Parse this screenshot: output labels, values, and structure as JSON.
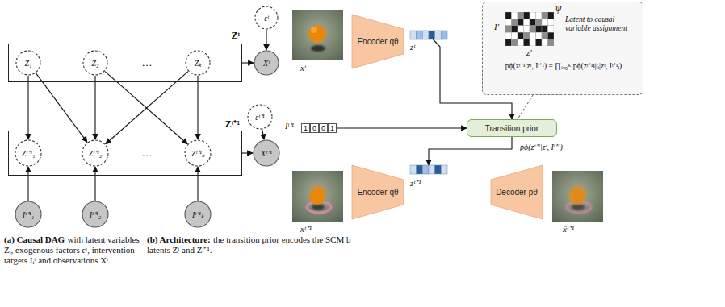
{
  "diagram": {
    "nodes": [
      {
        "text": [
          "Zᵗ"
        ]
      },
      {
        "text": [
          "Z₁"
        ],
        "in": 0
      },
      {
        "text": [
          "Z₂"
        ],
        "in": 0
      },
      {
        "text": [
          "Zₖ"
        ],
        "in": 0
      },
      {
        "text": [
          "Xᵗ"
        ]
      },
      {
        "text": [
          "εᵗ"
        ]
      },
      {
        "text": [
          "Zᵗ⁺¹"
        ]
      },
      {
        "text": [
          "Zᵗ⁺¹₁"
        ],
        "in": 6
      },
      {
        "text": [
          "Zᵗ⁺¹₂"
        ],
        "in": 6
      },
      {
        "text": [
          "Zᵗ⁺¹ₖ"
        ],
        "in": 6
      },
      {
        "text": [
          "Xᵗ⁺¹"
        ]
      },
      {
        "text": [
          "εᵗ⁺¹"
        ]
      },
      {
        "text": [
          "Iᵗ⁺¹₁"
        ]
      },
      {
        "text": [
          "Iᵗ⁺¹₂"
        ]
      },
      {
        "text": [
          "Iᵗ⁺¹ₖ"
        ]
      },
      {
        "text": [
          "Encoder qθ"
        ]
      },
      {
        "text": [
          "zᵗ"
        ]
      },
      {
        "text": [
          "ψ",
          "I'",
          "z'",
          "Latent to causal variable assignment",
          "pϕ(zᵗ⁺¹|zᵗ, Iᵗ⁺¹) = ∏ᵢ₌₀ᴷ pϕ(zᵗ⁺¹ψᵢ|zᵗ, Iᵗ⁺¹ᵢ)"
        ]
      },
      {
        "text": [
          "Iᵗ⁺¹",
          "1",
          "0",
          "0",
          "1"
        ]
      },
      {
        "text": [
          "Transition prior"
        ]
      },
      {
        "text": [
          "Encoder qθ"
        ]
      },
      {
        "text": [
          "zᵗ⁺¹"
        ]
      },
      {
        "text": [
          "Decoder pθ"
        ]
      }
    ],
    "edges": [
      {
        "from": 1,
        "to": 7,
        "arrow": "to"
      },
      {
        "from": 1,
        "to": 8,
        "arrow": "to"
      },
      {
        "from": 2,
        "to": 8,
        "arrow": "to"
      },
      {
        "from": 2,
        "to": 9,
        "arrow": "to"
      },
      {
        "from": 3,
        "to": 8,
        "arrow": "to"
      },
      {
        "from": 3,
        "to": 9,
        "arrow": "to"
      },
      {
        "from": 0,
        "to": 4,
        "arrow": "to"
      },
      {
        "from": 5,
        "to": 4,
        "arrow": "to"
      },
      {
        "from": 6,
        "to": 10,
        "arrow": "to"
      },
      {
        "from": 11,
        "to": 10,
        "arrow": "to"
      },
      {
        "from": 12,
        "to": 7,
        "arrow": "to"
      },
      {
        "from": 13,
        "to": 8,
        "arrow": "to"
      },
      {
        "from": 14,
        "to": 9,
        "arrow": "to"
      },
      {
        "from": 16,
        "to": 19,
        "arrow": "to"
      },
      {
        "from": 18,
        "to": 19,
        "arrow": "to"
      },
      {
        "from": 19,
        "to": 21,
        "label": "pϕ(zᵗ⁺¹|zᵗ, Iᵗ⁺¹)",
        "arrow": "to"
      },
      {
        "from": 17,
        "to": 19,
        "arrow": "none"
      }
    ],
    "labels": [
      "…",
      "…",
      "xᵗ",
      "xᵗ⁺¹",
      "x̂ᵗ⁺¹",
      "(a) Causal DAG",
      "with latent variables Zᵢ, exogenous factors εᵗ, intervention targets Iᵢᵗ and observations Xᵗ.",
      "(b) Architecture:",
      "the transition prior encodes the SCM b",
      "latents Zᵗ and Zᵗ⁺¹."
    ]
  }
}
